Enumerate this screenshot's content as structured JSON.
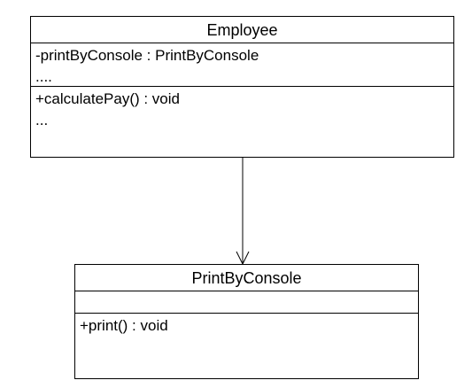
{
  "diagram": {
    "classes": [
      {
        "name": "Employee",
        "attributes": [
          "-printByConsole : PrintByConsole",
          "...."
        ],
        "methods": [
          "+calculatePay() : void",
          "..."
        ]
      },
      {
        "name": "PrintByConsole",
        "attributes": [],
        "methods": [
          "+print() : void"
        ]
      }
    ],
    "relationships": [
      {
        "type": "association",
        "from": "Employee",
        "to": "PrintByConsole",
        "navigable": "to"
      }
    ],
    "colors": {
      "line": "#000000",
      "fill": "#ffffff"
    }
  }
}
